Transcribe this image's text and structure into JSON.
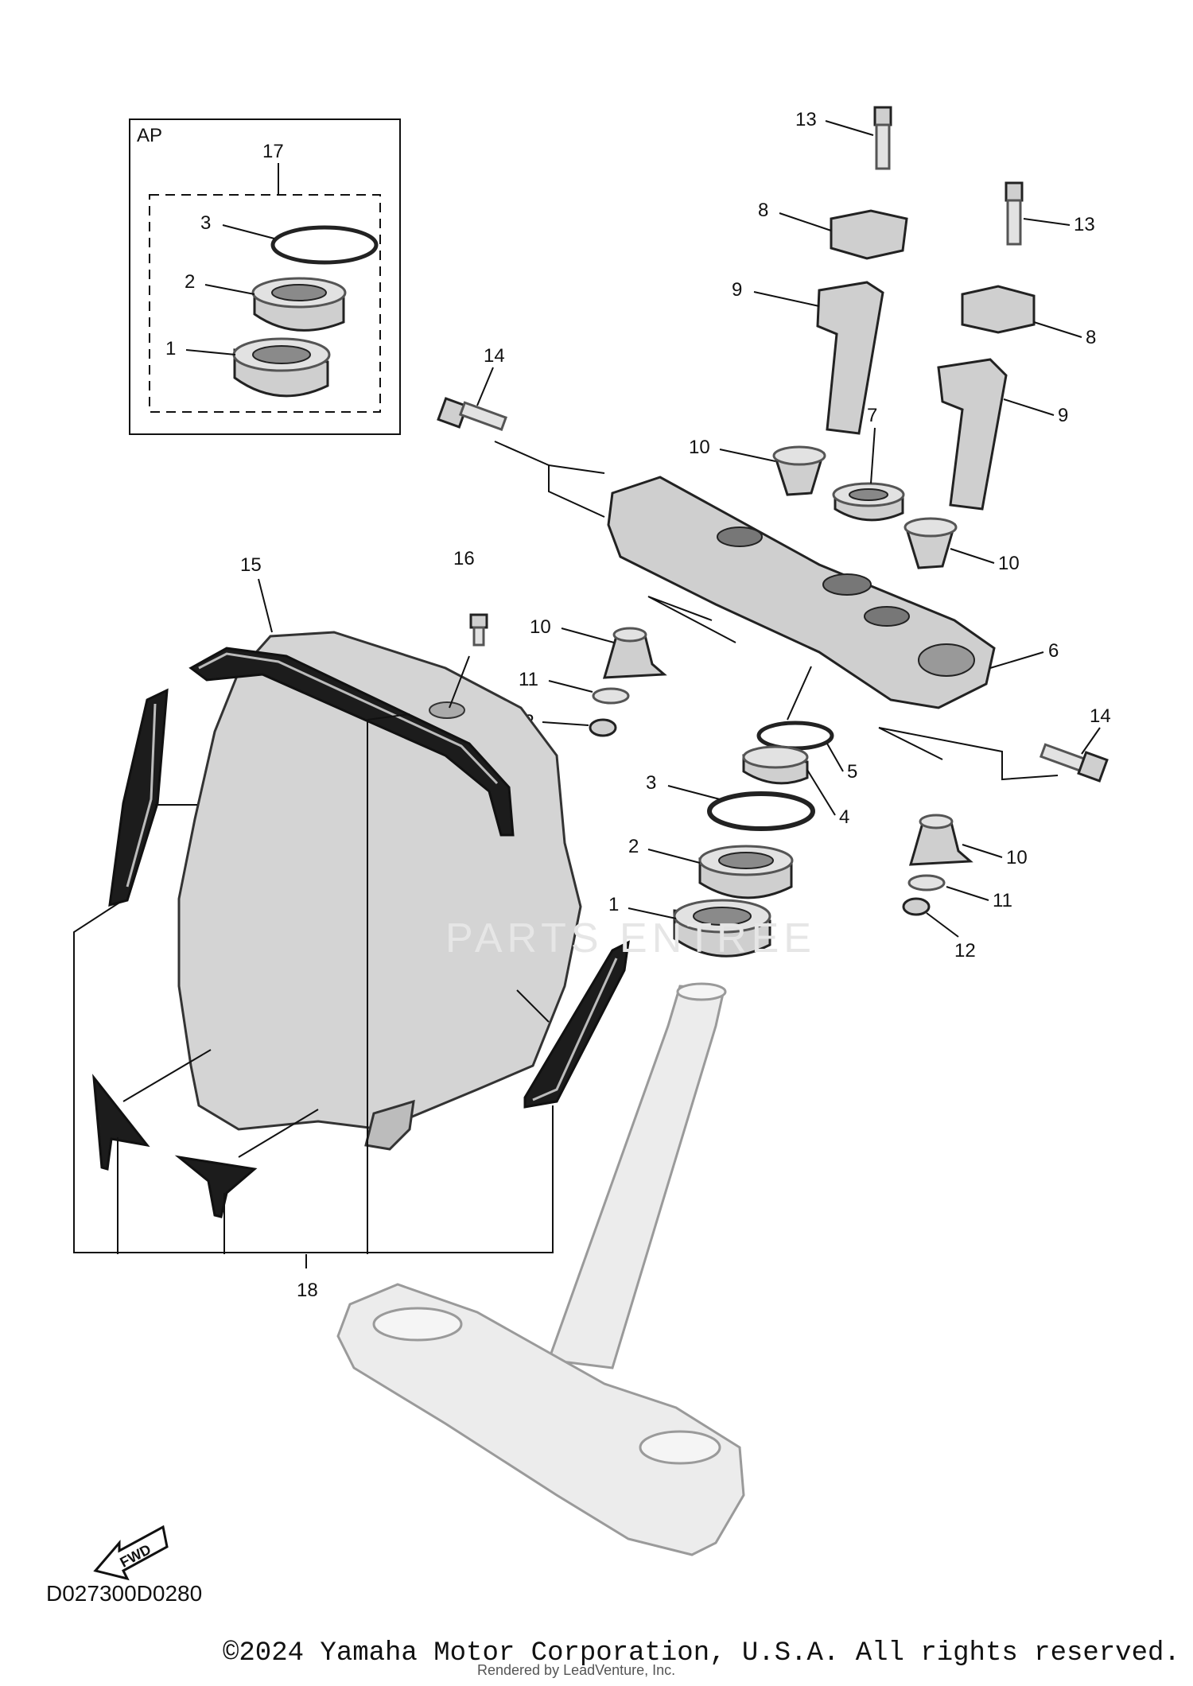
{
  "diagram": {
    "inset_label": "AP",
    "inset_kit_number": "17",
    "inset_callouts": [
      "3",
      "2",
      "1"
    ],
    "callouts": {
      "c13a": "13",
      "c13b": "13",
      "c8a": "8",
      "c8b": "8",
      "c9a": "9",
      "c9b": "9",
      "c14a": "14",
      "c14b": "14",
      "c10a": "10",
      "c10b": "10",
      "c10c": "10",
      "c10d": "10",
      "c7": "7",
      "c6": "6",
      "c15": "15",
      "c16": "16",
      "c11a": "11",
      "c11b": "11",
      "c12a": "12",
      "c12b": "12",
      "c5": "5",
      "c4": "4",
      "c3": "3",
      "c2": "2",
      "c1": "1",
      "c18": "18"
    },
    "fwd_label": "FWD",
    "diagram_code": "D027300D0280",
    "watermark": "PARTS ENTREE"
  },
  "footer": {
    "copyright": "©2024 Yamaha Motor Corporation, U.S.A. All rights reserved.",
    "rendered_by": "Rendered by LeadVenture, Inc."
  },
  "colors": {
    "part_fill": "#cfcfcf",
    "line": "#111111",
    "decal": "#1c1c1c"
  }
}
